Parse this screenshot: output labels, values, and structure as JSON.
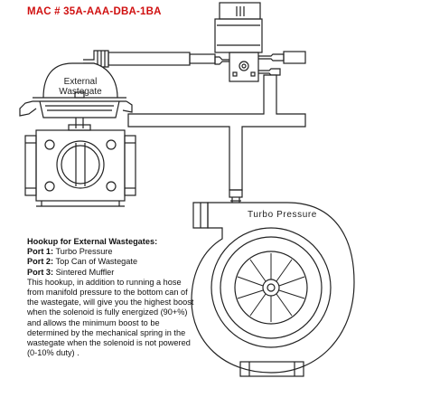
{
  "title": "MAC # 35A-AAA-DBA-1BA",
  "labels": {
    "wastegate_line1": "External",
    "wastegate_line2": "Wastegate",
    "turbo": "Turbo Pressure"
  },
  "notes": {
    "heading": "Hookup for External Wastegates:",
    "ports": [
      {
        "name": "Port 1:",
        "desc": "Turbo Pressure"
      },
      {
        "name": "Port 2:",
        "desc": "Top Can of Wastegate"
      },
      {
        "name": "Port 3:",
        "desc": "Sintered Muffler"
      }
    ],
    "paragraph_lines": [
      "This hookup, in addition to running a hose",
      "from manifold pressure to the bottom can of",
      "the wastegate, will give you the highest boost",
      "when the solenoid is fully energized (90+%)",
      "and allows the minimum boost to be",
      "determined by the mechanical spring in the",
      "wastegate when the solenoid is not powered",
      "(0-10% duty) ."
    ]
  },
  "colors": {
    "title": "#d01010",
    "line": "#222222",
    "fill": "#ffffff",
    "shade": "#dddddd"
  }
}
